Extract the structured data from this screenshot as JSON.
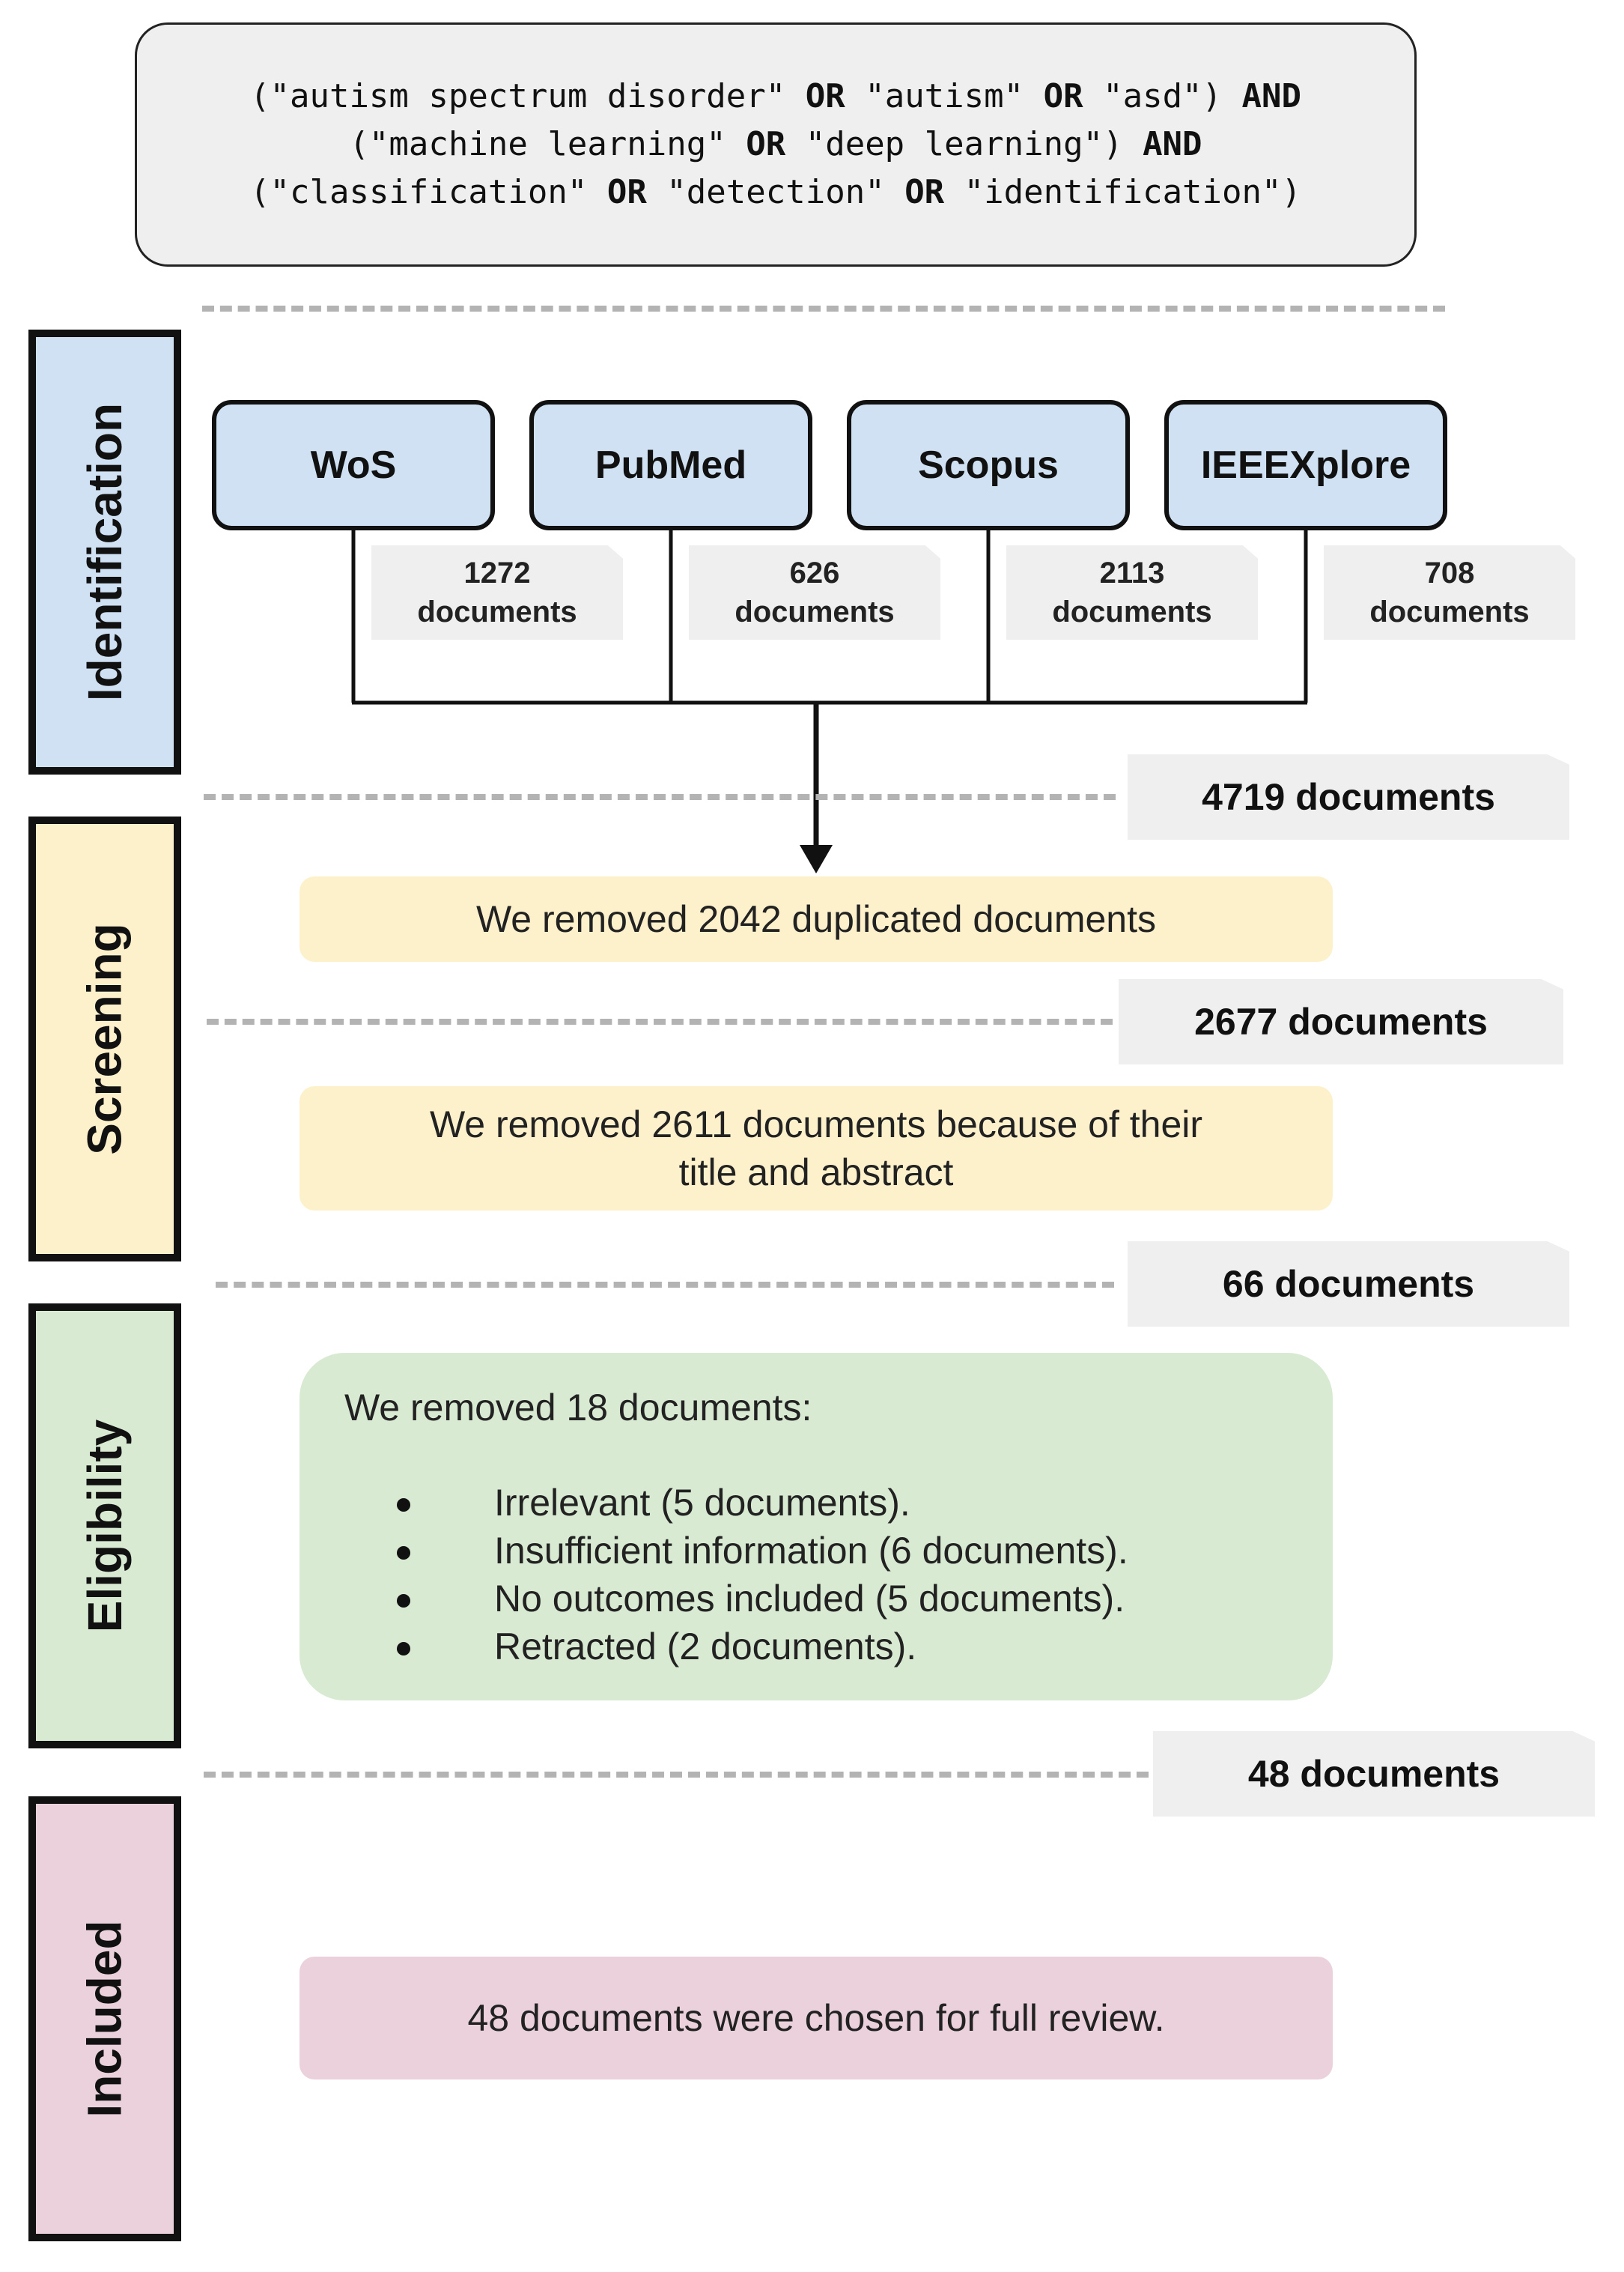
{
  "query": {
    "lines": [
      [
        [
          "\"autism spectrum disorder\" ",
          false
        ],
        [
          "OR",
          true
        ],
        [
          " \"autism\" ",
          false
        ],
        [
          "OR",
          true
        ],
        [
          " \"asd\") ",
          false
        ],
        [
          "AND",
          true
        ]
      ],
      [
        [
          "(\"machine learning\" ",
          false
        ],
        [
          "OR",
          true
        ],
        [
          " \"deep learning\") ",
          false
        ],
        [
          "AND",
          true
        ]
      ],
      [
        [
          "(\"classification\" ",
          false
        ],
        [
          "OR",
          true
        ],
        [
          " \"detection\" ",
          false
        ],
        [
          "OR",
          true
        ],
        [
          " \"identification\")",
          false
        ]
      ]
    ],
    "prefix_first": "("
  },
  "stages": {
    "identification": "Identification",
    "screening": "Screening",
    "eligibility": "Eligibility",
    "included": "Included"
  },
  "databases": [
    {
      "name": "WoS",
      "count": "1272",
      "unit": "documents"
    },
    {
      "name": "PubMed",
      "count": "626",
      "unit": "documents"
    },
    {
      "name": "Scopus",
      "count": "2113",
      "unit": "documents"
    },
    {
      "name": "IEEEXplore",
      "count": "708",
      "unit": "documents"
    }
  ],
  "totals": {
    "after_identification": "4719 documents",
    "after_duplicates": "2677 documents",
    "after_title_abstract": "66 documents",
    "after_eligibility": "48 documents"
  },
  "steps": {
    "duplicates": "We removed 2042 duplicated documents",
    "title_abstract_line1": "We removed 2611 documents because of their",
    "title_abstract_line2": "title and abstract",
    "eligibility_heading": "We removed 18 documents:",
    "eligibility_reasons": [
      "Irrelevant (5 documents).",
      "Insufficient information (6 documents).",
      "No outcomes included (5 documents).",
      "Retracted (2 documents)."
    ],
    "included": "48 documents were chosen for full review."
  },
  "colors": {
    "identification": "#cfe1f3",
    "screening": "#fdf1cc",
    "eligibility": "#d9ead3",
    "included": "#ead1dc"
  }
}
